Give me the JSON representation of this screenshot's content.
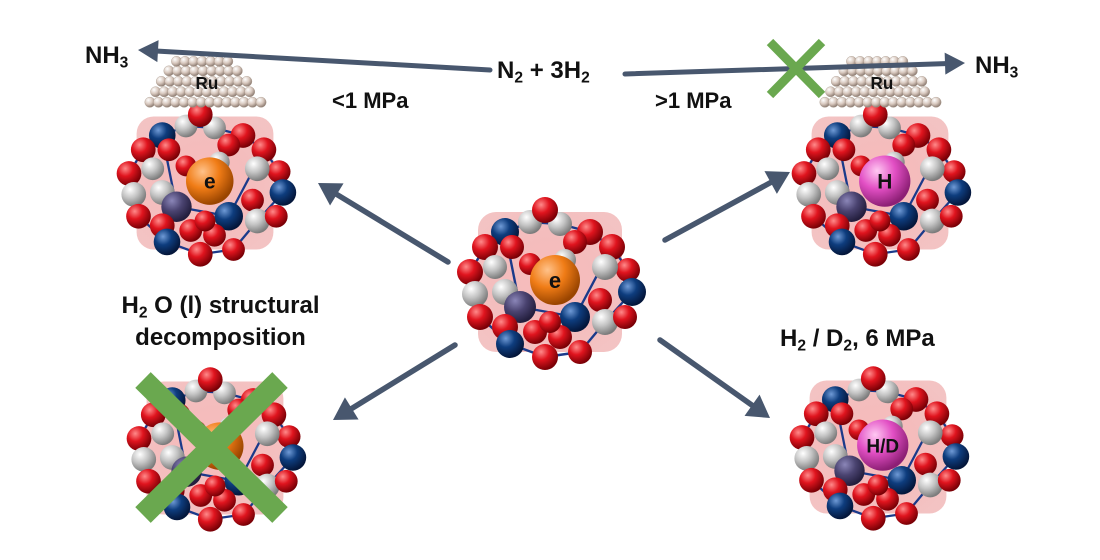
{
  "labels": {
    "reactants": {
      "main": "N",
      "s1": "2",
      "mid": " + 3H",
      "s2": "2"
    },
    "nh3_left": {
      "main": "NH",
      "sub": "3"
    },
    "nh3_right": {
      "main": "NH",
      "sub": "3"
    },
    "low_pressure": "<1 MPa",
    "high_pressure": ">1 MPa",
    "water": {
      "a": "H",
      "sub": "2",
      "b": "O (l) structural",
      "line2": "decomposition"
    },
    "hydrogen": {
      "a": "H",
      "s1": "2",
      "b": " / D",
      "s2": "2",
      "c": ", 6 MPa"
    }
  },
  "cluster_labels": {
    "top_left_cage": "e",
    "top_left_ru": "Ru",
    "top_right_cage": "H",
    "top_right_ru": "Ru",
    "center_cage": "e",
    "bottom_right_cage": "H/D"
  },
  "colors": {
    "arrow": "#48576e",
    "oxygen": "#d6121c",
    "aluminum": "#0d3a78",
    "calcium": "#b8b8b8",
    "bond": "#1b3a8a",
    "electron": "#f07c16",
    "hydride": "#e24fc4",
    "ruthenium": "#d8c8be",
    "cross": "#6aa84f"
  }
}
